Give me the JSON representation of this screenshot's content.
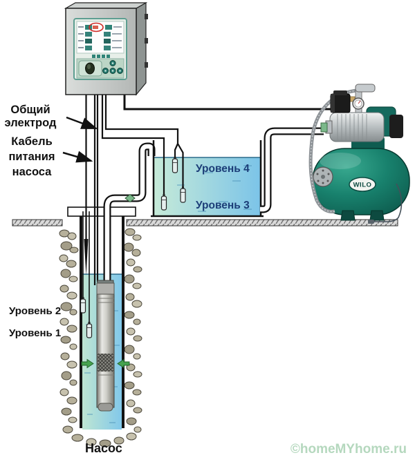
{
  "labels": {
    "common_electrode": [
      "Общий",
      "электрод"
    ],
    "pump_cable": [
      "Кабель",
      "питания",
      "насоса"
    ],
    "level4": "Уровень 4",
    "level3": "Уровень 3",
    "level2": "Уровень 2",
    "level1": "Уровень 1",
    "pump": "Насос",
    "brand": "WILO",
    "watermark": "©homeMYhome.ru"
  },
  "palette": {
    "water_green": "#c6ead8",
    "water_blue": "#7cc4e8",
    "level_label_color": "#1c3e78",
    "pressure_tank_green": "#18816d",
    "panel_teal": "#2e8377",
    "arrow_green": "#46a34f",
    "rock_fill": "#b6b09a",
    "watermark_color": "#b5d8be",
    "highlight_red": "#cf2b26"
  }
}
